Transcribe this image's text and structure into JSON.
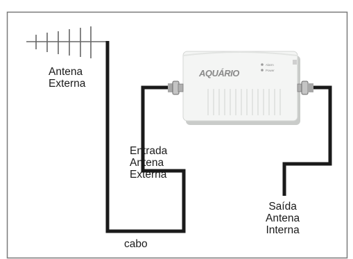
{
  "colors": {
    "background": "#ffffff",
    "frame_border": "#7a7a7a",
    "cable": "#1a1a1a",
    "antenna": "#666666",
    "device_body": "#f4f5f4",
    "device_shadow": "#c9cbc9",
    "connector_metal": "#b8b8b8",
    "brand_text": "#8a8a8a"
  },
  "icons": {
    "external_antenna": "yagi-antenna-icon",
    "repeater_device": "signal-repeater-icon",
    "connectors": "bnc-connector-icon"
  },
  "device": {
    "brand": "AQUÁRIO",
    "led_labels": [
      "Alarm",
      "Power"
    ]
  },
  "labels": {
    "antena_externa": [
      "Antena",
      "Externa"
    ],
    "entrada": [
      "Entrada",
      "Antena",
      "Externa"
    ],
    "saida": [
      "Saída",
      "Antena",
      "Interna"
    ],
    "cabo": "cabo"
  }
}
